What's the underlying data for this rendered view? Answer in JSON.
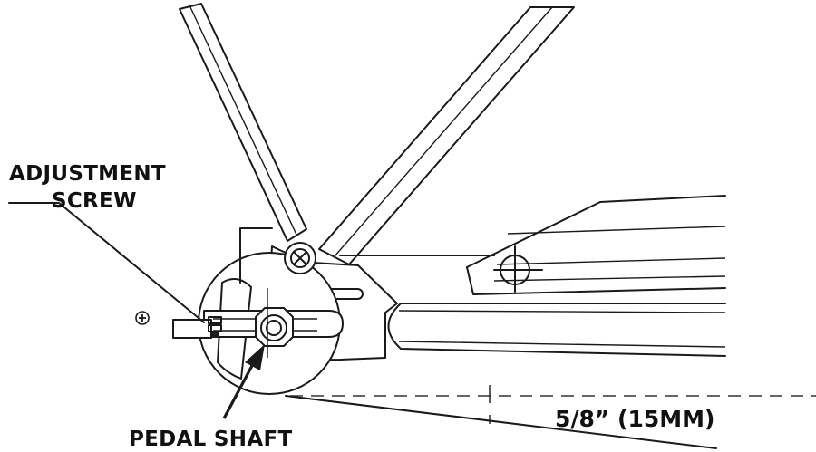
{
  "labels": {
    "adjustment_line1": "ADJUSTMENT",
    "adjustment_line2": "SCREW",
    "pedal_shaft": "PEDAL SHAFT",
    "dimension": "5/8” (15MM)"
  },
  "colors": {
    "line": "#1a1a1a",
    "background": "#ffffff"
  }
}
